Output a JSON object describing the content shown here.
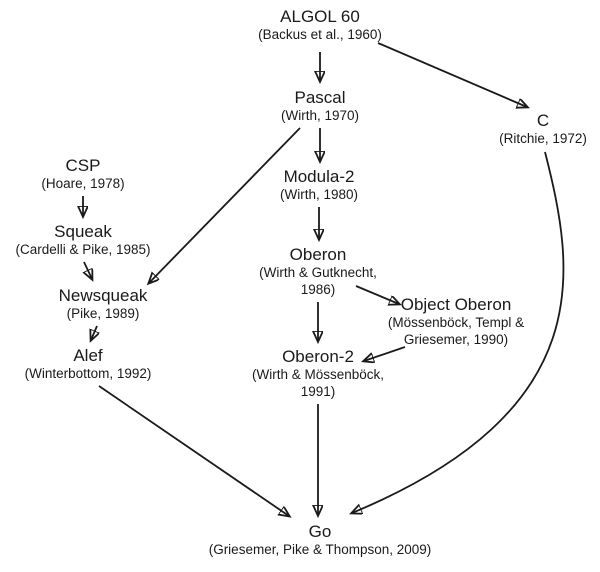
{
  "diagram": {
    "description": "Lineage of the Go programming language",
    "background_color": "#ffffff",
    "ink_color": "#1a1a1a"
  },
  "nodes": [
    {
      "id": "algol60",
      "label": "ALGOL 60",
      "sublabel": "(Backus et al., 1960)"
    },
    {
      "id": "pascal",
      "label": "Pascal",
      "sublabel": "(Wirth, 1970)"
    },
    {
      "id": "c",
      "label": "C",
      "sublabel": "(Ritchie, 1972)"
    },
    {
      "id": "modula2",
      "label": "Modula-2",
      "sublabel": "(Wirth, 1980)"
    },
    {
      "id": "oberon",
      "label": "Oberon",
      "sublabel": "(Wirth & Gutknecht, 1986)"
    },
    {
      "id": "object-oberon",
      "label": "Object Oberon",
      "sublabel": "(Mössenböck, Templ & Griesemer, 1990)"
    },
    {
      "id": "oberon2",
      "label": "Oberon-2",
      "sublabel": "(Wirth & Mössenböck, 1991)"
    },
    {
      "id": "csp",
      "label": "CSP",
      "sublabel": "(Hoare, 1978)"
    },
    {
      "id": "squeak",
      "label": "Squeak",
      "sublabel": "(Cardelli & Pike, 1985)"
    },
    {
      "id": "newsqueak",
      "label": "Newsqueak",
      "sublabel": "(Pike, 1989)"
    },
    {
      "id": "alef",
      "label": "Alef",
      "sublabel": "(Winterbottom, 1992)"
    },
    {
      "id": "go",
      "label": "Go",
      "sublabel": "(Griesemer, Pike & Thompson, 2009)"
    }
  ],
  "edges": [
    {
      "from": "algol60",
      "to": "pascal",
      "style": "straight"
    },
    {
      "from": "algol60",
      "to": "c",
      "style": "straight"
    },
    {
      "from": "pascal",
      "to": "modula2",
      "style": "straight"
    },
    {
      "from": "pascal",
      "to": "newsqueak",
      "style": "straight"
    },
    {
      "from": "modula2",
      "to": "oberon",
      "style": "straight"
    },
    {
      "from": "oberon",
      "to": "object-oberon",
      "style": "straight"
    },
    {
      "from": "oberon",
      "to": "oberon2",
      "style": "straight"
    },
    {
      "from": "object-oberon",
      "to": "oberon2",
      "style": "straight"
    },
    {
      "from": "csp",
      "to": "squeak",
      "style": "straight"
    },
    {
      "from": "squeak",
      "to": "newsqueak",
      "style": "straight"
    },
    {
      "from": "newsqueak",
      "to": "alef",
      "style": "straight"
    },
    {
      "from": "alef",
      "to": "go",
      "style": "straight"
    },
    {
      "from": "oberon2",
      "to": "go",
      "style": "straight"
    },
    {
      "from": "c",
      "to": "go",
      "style": "curved"
    }
  ]
}
